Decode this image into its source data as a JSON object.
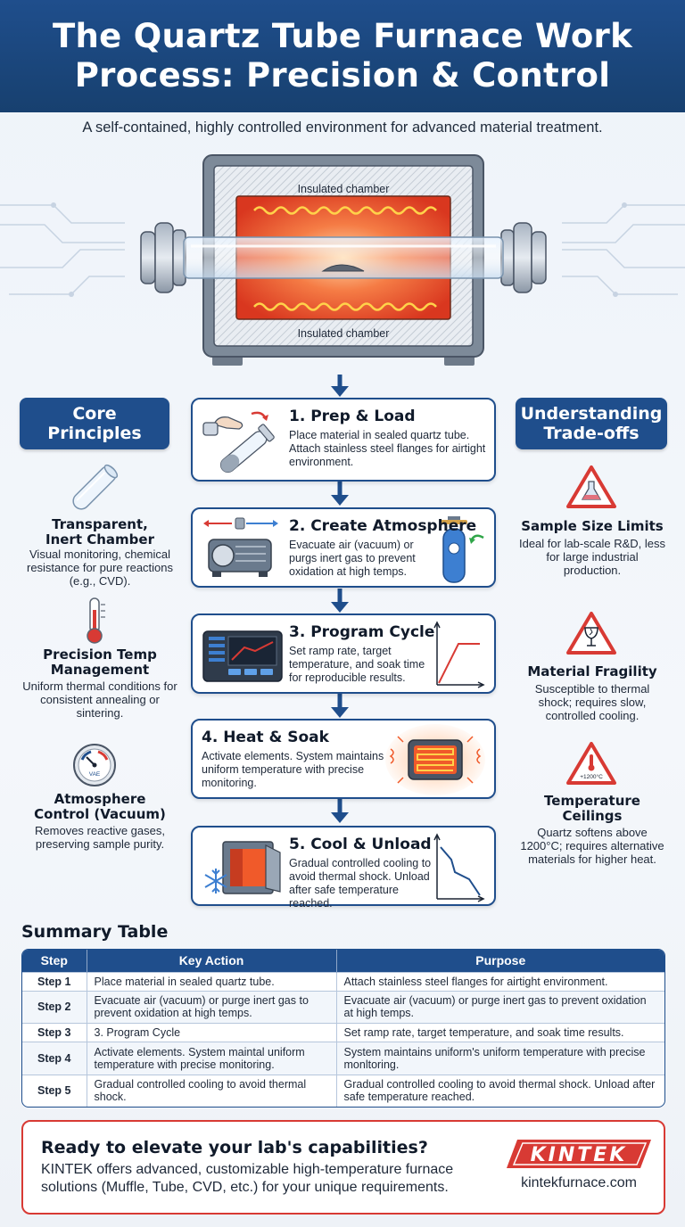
{
  "header": {
    "title": "The Quartz Tube Furnace Work\nProcess: Precision & Control",
    "subtitle": "A self-contained, highly controlled environment for advanced material treatment."
  },
  "furnace": {
    "chamber_label_top": "Insulated chamber",
    "chamber_label_bottom": "Insulated chamber"
  },
  "core_principles": {
    "title": "Core\nPrinciples",
    "items": [
      {
        "title": "Transparent,\nInert Chamber",
        "desc": "Visual monitoring, chemical resistance for pure reactions (e.g., CVD).",
        "icon": "quartz-tube-icon"
      },
      {
        "title": "Precision Temp\nManagement",
        "desc": "Uniform thermal conditions for consistent annealing or sintering.",
        "icon": "thermometer-icon"
      },
      {
        "title": "Atmosphere\nControl (Vacuum)",
        "desc": "Removes reactive gases, preserving sample purity.",
        "icon": "pressure-gauge-icon",
        "icon_text": "VAE"
      }
    ]
  },
  "tradeoffs": {
    "title": "Understanding\nTrade-offs",
    "items": [
      {
        "title": "Sample Size Limits",
        "desc": "Ideal for lab-scale R&D, less for large industrial production.",
        "icon": "warning-flask-icon"
      },
      {
        "title": "Material Fragility",
        "desc": "Susceptible to thermal shock; requires slow, controlled cooling.",
        "icon": "warning-fragile-icon"
      },
      {
        "title": "Temperature\nCeilings",
        "desc": "Quartz softens above 1200°C; requires alternative materials for higher heat.",
        "icon": "warning-temperature-icon",
        "icon_text": "+1200°C"
      }
    ]
  },
  "steps": [
    {
      "title": "1. Prep & Load",
      "desc": "Place material in sealed quartz tube. Attach stainless steel flanges for airtight environment."
    },
    {
      "title": "2. Create Atmosphere",
      "desc": "Evacuate air (vacuum) or purgs inert gas to prevent oxidation at high temps."
    },
    {
      "title": "3. Program Cycle",
      "desc": "Set ramp rate, target temperature, and soak time for reproducible results."
    },
    {
      "title": "4. Heat & Soak",
      "desc": "Activate elements. System maintains uniform temperature with precise monitoring."
    },
    {
      "title": "5. Cool & Unload",
      "desc": "Gradual controlled cooling to avoid thermal shock. Unload after safe temperature reached."
    }
  ],
  "summary": {
    "heading": "Summary Table",
    "columns": [
      "Step",
      "Key Action",
      "Purpose"
    ],
    "rows": [
      [
        "Step 1",
        "Place material in sealed quartz tube.",
        "Attach stainless steel flanges for airtight environment."
      ],
      [
        "Step 2",
        "Evacuate air (vacuum) or purge inert gas to prevent oxidation at high temps.",
        "Evacuate air (vacuum) or purge inert gas to prevent oxidation at high temps."
      ],
      [
        "Step 3",
        "3. Program Cycle",
        "Set ramp rate, target temperature, and soak time results."
      ],
      [
        "Step 4",
        "Activate elements. System maintal uniform temperature with precise monitoring.",
        "System maintains uniform's uniform temperature with precise monltoring."
      ],
      [
        "Step 5",
        "Gradual controlled cooling to avoid thermal shock.",
        "Gradual controlled cooling to avoid thermal shock. Unload after safe temperature reached."
      ]
    ]
  },
  "cta": {
    "heading": "Ready to elevate your lab's capabilities?",
    "body": "KINTEK offers advanced, customizable high-temperature furnace solutions (Muffle, Tube, CVD, etc.) for your unique requirements.",
    "logo_text": "KINTEK",
    "url": "kintekfurnace.com"
  },
  "colors": {
    "primary": "#1f4e8c",
    "accent_red": "#d83a34",
    "heat_orange": "#f05a2a"
  }
}
